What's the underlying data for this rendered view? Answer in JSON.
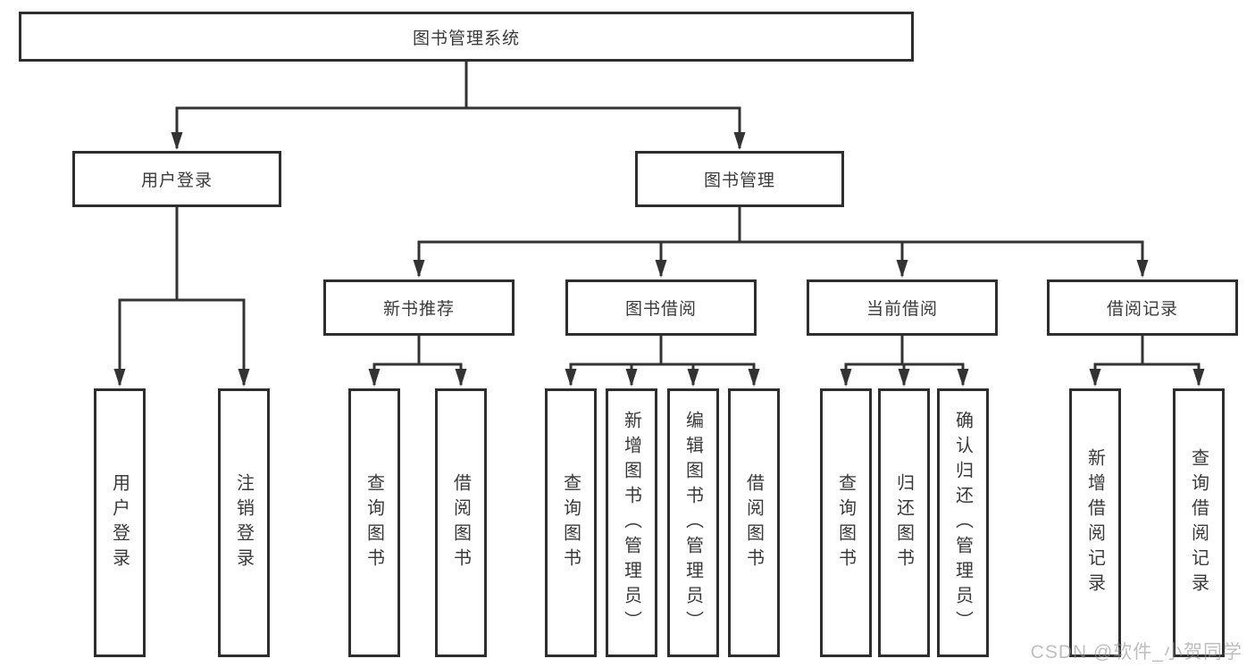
{
  "tree": {
    "root": {
      "label": "图书管理系统"
    },
    "branches": [
      {
        "label": "用户登录",
        "leaves": [
          {
            "label": "用户登录"
          },
          {
            "label": "注销登录"
          }
        ]
      },
      {
        "label": "图书管理",
        "groups": [
          {
            "label": "新书推荐",
            "leaves": [
              {
                "label": "查询图书"
              },
              {
                "label": "借阅图书"
              }
            ]
          },
          {
            "label": "图书借阅",
            "leaves": [
              {
                "label": "查询图书"
              },
              {
                "label": "新增图书（管理员）"
              },
              {
                "label": "编辑图书（管理员）"
              },
              {
                "label": "借阅图书"
              }
            ]
          },
          {
            "label": "当前借阅",
            "leaves": [
              {
                "label": "查询图书"
              },
              {
                "label": "归还图书"
              },
              {
                "label": "确认归还（管理员）"
              }
            ]
          },
          {
            "label": "借阅记录",
            "leaves": [
              {
                "label": "新增借阅记录"
              },
              {
                "label": "查询借阅记录"
              }
            ]
          }
        ]
      }
    ]
  },
  "watermark": {
    "text": "CSDN @软件_小贺同学"
  },
  "colors": {
    "line": "#333333",
    "box_border": "#2e2e2e",
    "box_background": "#ffffff",
    "text": "#3a3a3a",
    "watermark": "#969696"
  }
}
